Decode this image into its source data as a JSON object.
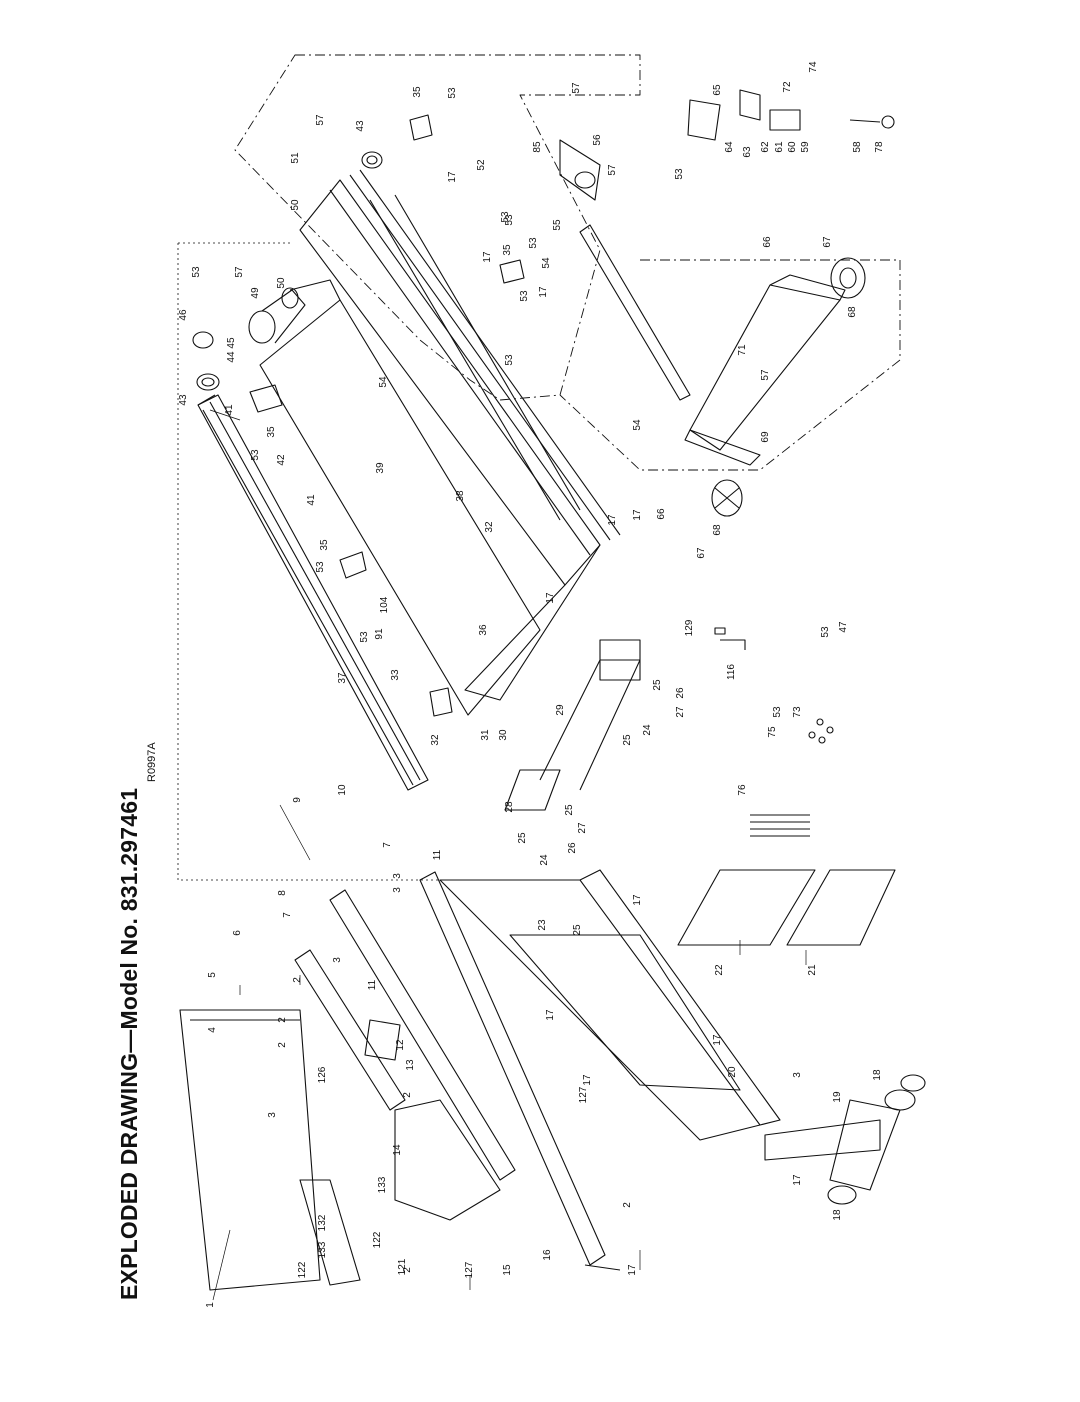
{
  "title": "EXPLODED DRAWING—Model No. 831.297461",
  "drawing_code": "R0997A",
  "callouts": [
    {
      "id": "c1",
      "text": "1"
    },
    {
      "id": "c2a",
      "text": "2"
    },
    {
      "id": "c2b",
      "text": "2"
    },
    {
      "id": "c2c",
      "text": "2"
    },
    {
      "id": "c2d",
      "text": "2"
    },
    {
      "id": "c2e",
      "text": "2"
    },
    {
      "id": "c2f",
      "text": "2"
    },
    {
      "id": "c3a",
      "text": "3"
    },
    {
      "id": "c3b",
      "text": "3"
    },
    {
      "id": "c3c",
      "text": "3"
    },
    {
      "id": "c3d",
      "text": "3"
    },
    {
      "id": "c3e",
      "text": "3"
    },
    {
      "id": "c4",
      "text": "4"
    },
    {
      "id": "c5",
      "text": "5"
    },
    {
      "id": "c6",
      "text": "6"
    },
    {
      "id": "c7a",
      "text": "7"
    },
    {
      "id": "c7b",
      "text": "7"
    },
    {
      "id": "c8",
      "text": "8"
    },
    {
      "id": "c9",
      "text": "9"
    },
    {
      "id": "c10",
      "text": "10"
    },
    {
      "id": "c11a",
      "text": "11"
    },
    {
      "id": "c11b",
      "text": "11"
    },
    {
      "id": "c12",
      "text": "12"
    },
    {
      "id": "c13",
      "text": "13"
    },
    {
      "id": "c14",
      "text": "14"
    },
    {
      "id": "c15",
      "text": "15"
    },
    {
      "id": "c16",
      "text": "16"
    },
    {
      "id": "c17a",
      "text": "17"
    },
    {
      "id": "c17b",
      "text": "17"
    },
    {
      "id": "c17c",
      "text": "17"
    },
    {
      "id": "c17d",
      "text": "17"
    },
    {
      "id": "c17e",
      "text": "17"
    },
    {
      "id": "c17f",
      "text": "17"
    },
    {
      "id": "c17g",
      "text": "17"
    },
    {
      "id": "c17h",
      "text": "17"
    },
    {
      "id": "c17i",
      "text": "17"
    },
    {
      "id": "c17j",
      "text": "17"
    },
    {
      "id": "c17k",
      "text": "17"
    },
    {
      "id": "c17l",
      "text": "17"
    },
    {
      "id": "c18a",
      "text": "18"
    },
    {
      "id": "c18b",
      "text": "18"
    },
    {
      "id": "c19",
      "text": "19"
    },
    {
      "id": "c20",
      "text": "20"
    },
    {
      "id": "c21",
      "text": "21"
    },
    {
      "id": "c22",
      "text": "22"
    },
    {
      "id": "c23",
      "text": "23"
    },
    {
      "id": "c24a",
      "text": "24"
    },
    {
      "id": "c24b",
      "text": "24"
    },
    {
      "id": "c25a",
      "text": "25"
    },
    {
      "id": "c25b",
      "text": "25"
    },
    {
      "id": "c25c",
      "text": "25"
    },
    {
      "id": "c25d",
      "text": "25"
    },
    {
      "id": "c25e",
      "text": "25"
    },
    {
      "id": "c26a",
      "text": "26"
    },
    {
      "id": "c26b",
      "text": "26"
    },
    {
      "id": "c27a",
      "text": "27"
    },
    {
      "id": "c27b",
      "text": "27"
    },
    {
      "id": "c28",
      "text": "28"
    },
    {
      "id": "c29",
      "text": "29"
    },
    {
      "id": "c30",
      "text": "30"
    },
    {
      "id": "c31",
      "text": "31"
    },
    {
      "id": "c32a",
      "text": "32"
    },
    {
      "id": "c32b",
      "text": "32"
    },
    {
      "id": "c33",
      "text": "33"
    },
    {
      "id": "c35a",
      "text": "35"
    },
    {
      "id": "c35b",
      "text": "35"
    },
    {
      "id": "c35c",
      "text": "35"
    },
    {
      "id": "c35d",
      "text": "35"
    },
    {
      "id": "c36",
      "text": "36"
    },
    {
      "id": "c37",
      "text": "37"
    },
    {
      "id": "c38",
      "text": "38"
    },
    {
      "id": "c39",
      "text": "39"
    },
    {
      "id": "c41a",
      "text": "41"
    },
    {
      "id": "c41b",
      "text": "41"
    },
    {
      "id": "c42",
      "text": "42"
    },
    {
      "id": "c43a",
      "text": "43"
    },
    {
      "id": "c43b",
      "text": "43"
    },
    {
      "id": "c44",
      "text": "44"
    },
    {
      "id": "c45",
      "text": "45"
    },
    {
      "id": "c46",
      "text": "46"
    },
    {
      "id": "c47",
      "text": "47"
    },
    {
      "id": "c49",
      "text": "49"
    },
    {
      "id": "c50a",
      "text": "50"
    },
    {
      "id": "c50b",
      "text": "50"
    },
    {
      "id": "c51",
      "text": "51"
    },
    {
      "id": "c52",
      "text": "52"
    },
    {
      "id": "c53a",
      "text": "53"
    },
    {
      "id": "c53b",
      "text": "53"
    },
    {
      "id": "c53c",
      "text": "53"
    },
    {
      "id": "c53d",
      "text": "53"
    },
    {
      "id": "c53e",
      "text": "53"
    },
    {
      "id": "c53f",
      "text": "53"
    },
    {
      "id": "c53g",
      "text": "53"
    },
    {
      "id": "c53h",
      "text": "53"
    },
    {
      "id": "c53i",
      "text": "53"
    },
    {
      "id": "c53j",
      "text": "53"
    },
    {
      "id": "c53k",
      "text": "53"
    },
    {
      "id": "c53l",
      "text": "53"
    },
    {
      "id": "c53m",
      "text": "53"
    },
    {
      "id": "c54a",
      "text": "54"
    },
    {
      "id": "c54b",
      "text": "54"
    },
    {
      "id": "c54c",
      "text": "54"
    },
    {
      "id": "c55",
      "text": "55"
    },
    {
      "id": "c56",
      "text": "56"
    },
    {
      "id": "c57a",
      "text": "57"
    },
    {
      "id": "c57b",
      "text": "57"
    },
    {
      "id": "c57c",
      "text": "57"
    },
    {
      "id": "c57d",
      "text": "57"
    },
    {
      "id": "c57e",
      "text": "57"
    },
    {
      "id": "c58",
      "text": "58"
    },
    {
      "id": "c59",
      "text": "59"
    },
    {
      "id": "c60",
      "text": "60"
    },
    {
      "id": "c61",
      "text": "61"
    },
    {
      "id": "c62",
      "text": "62"
    },
    {
      "id": "c63",
      "text": "63"
    },
    {
      "id": "c64",
      "text": "64"
    },
    {
      "id": "c65",
      "text": "65"
    },
    {
      "id": "c66a",
      "text": "66"
    },
    {
      "id": "c66b",
      "text": "66"
    },
    {
      "id": "c67a",
      "text": "67"
    },
    {
      "id": "c67b",
      "text": "67"
    },
    {
      "id": "c68a",
      "text": "68"
    },
    {
      "id": "c68b",
      "text": "68"
    },
    {
      "id": "c69",
      "text": "69"
    },
    {
      "id": "c71",
      "text": "71"
    },
    {
      "id": "c72",
      "text": "72"
    },
    {
      "id": "c73a",
      "text": "73"
    },
    {
      "id": "c74",
      "text": "74"
    },
    {
      "id": "c75",
      "text": "75"
    },
    {
      "id": "c76",
      "text": "76"
    },
    {
      "id": "c78",
      "text": "78"
    },
    {
      "id": "c85",
      "text": "85"
    },
    {
      "id": "c91",
      "text": "91"
    },
    {
      "id": "c104",
      "text": "104"
    },
    {
      "id": "c116",
      "text": "116"
    },
    {
      "id": "c121",
      "text": "121"
    },
    {
      "id": "c122a",
      "text": "122"
    },
    {
      "id": "c122b",
      "text": "122"
    },
    {
      "id": "c126",
      "text": "126"
    },
    {
      "id": "c127a",
      "text": "127"
    },
    {
      "id": "c127b",
      "text": "127"
    },
    {
      "id": "c129",
      "text": "129"
    },
    {
      "id": "c132",
      "text": "132"
    },
    {
      "id": "c133a",
      "text": "133"
    },
    {
      "id": "c133b",
      "text": "133"
    }
  ]
}
